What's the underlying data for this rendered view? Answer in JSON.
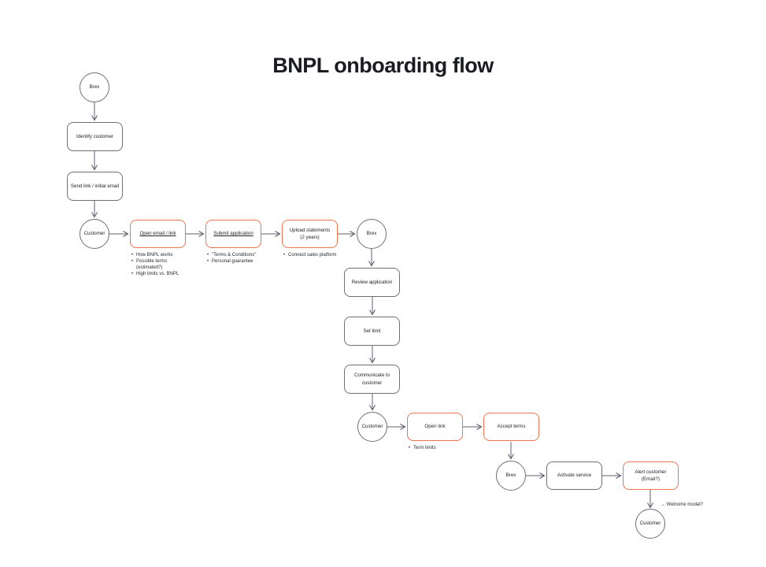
{
  "title": "BNPL onboarding flow",
  "colors": {
    "background": "#FFFFFF",
    "accent_orange": "#EE7450",
    "node_border_gray": "#6E7077",
    "arrow_gray": "#5F626D",
    "text": "#23242C"
  },
  "nodes": {
    "brex_start": {
      "label": "Brex"
    },
    "identify_customer": {
      "label": "Identify customer"
    },
    "send_link": {
      "label": "Send link / initial email"
    },
    "customer_1": {
      "label": "Customer"
    },
    "open_email": {
      "label": "Open email / link"
    },
    "submit_application": {
      "label": "Submit application"
    },
    "upload_statements": {
      "label": "Upload statements",
      "sub": "(2 years)"
    },
    "brex_review": {
      "label": "Brex"
    },
    "review_application": {
      "label": "Review application"
    },
    "set_limit": {
      "label": "Set limit"
    },
    "communicate": {
      "label": "Communicate to customer"
    },
    "customer_2": {
      "label": "Customer"
    },
    "open_link": {
      "label": "Open link"
    },
    "accept_terms": {
      "label": "Accept terms"
    },
    "brex_activate": {
      "label": "Brex"
    },
    "activate_service": {
      "label": "Activate service"
    },
    "alert_customer": {
      "label": "Alert customer",
      "sub": "(Email?)"
    },
    "customer_3": {
      "label": "Customer"
    }
  },
  "annotations": {
    "open_email_bullets": [
      "How BNPL works",
      "Possible terms (estimated?)",
      "High limits vs. BNPL"
    ],
    "submit_application_bullets": [
      "\"Terms & Conditions\"",
      "Personal guarantee"
    ],
    "upload_statements_bullets": [
      "Connect sales platform"
    ],
    "open_link_bullets": [
      "Term limits"
    ],
    "welcome_note": "→ Welcome modal?"
  }
}
